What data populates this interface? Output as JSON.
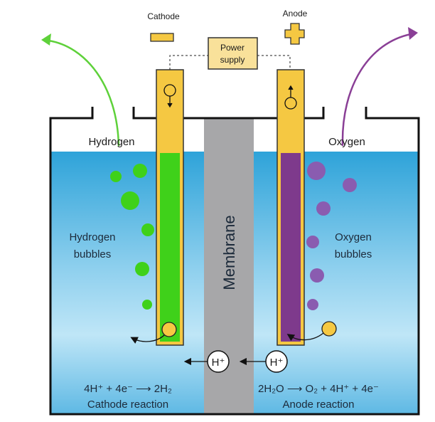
{
  "labels": {
    "cathode": "Cathode",
    "anode": "Anode",
    "power_supply_line1": "Power",
    "power_supply_line2": "supply",
    "hydrogen": "Hydrogen",
    "oxygen": "Oxygen",
    "hydrogen_bubbles_line1": "Hydrogen",
    "hydrogen_bubbles_line2": "bubbles",
    "oxygen_bubbles_line1": "Oxygen",
    "oxygen_bubbles_line2": "bubbles",
    "membrane": "Membrane",
    "proton": "H⁺",
    "cathode_equation": "4H⁺ + 4e⁻ ⟶ 2H₂",
    "cathode_reaction": "Cathode reaction",
    "anode_equation": "2H₂O ⟶ O₂ + 4H⁺ + 4e⁻",
    "anode_reaction": "Anode reaction"
  },
  "colors": {
    "electrode": "#f5c842",
    "hydrogen": "#3fd11a",
    "oxygen": "#7e3a8c",
    "oxygen_bubble": "#8a5cb0",
    "membrane": "#a7a7a9",
    "water_top": "#2ea3d9",
    "water_bottom": "#bfe6f7",
    "power_box": "#f9e19a"
  }
}
